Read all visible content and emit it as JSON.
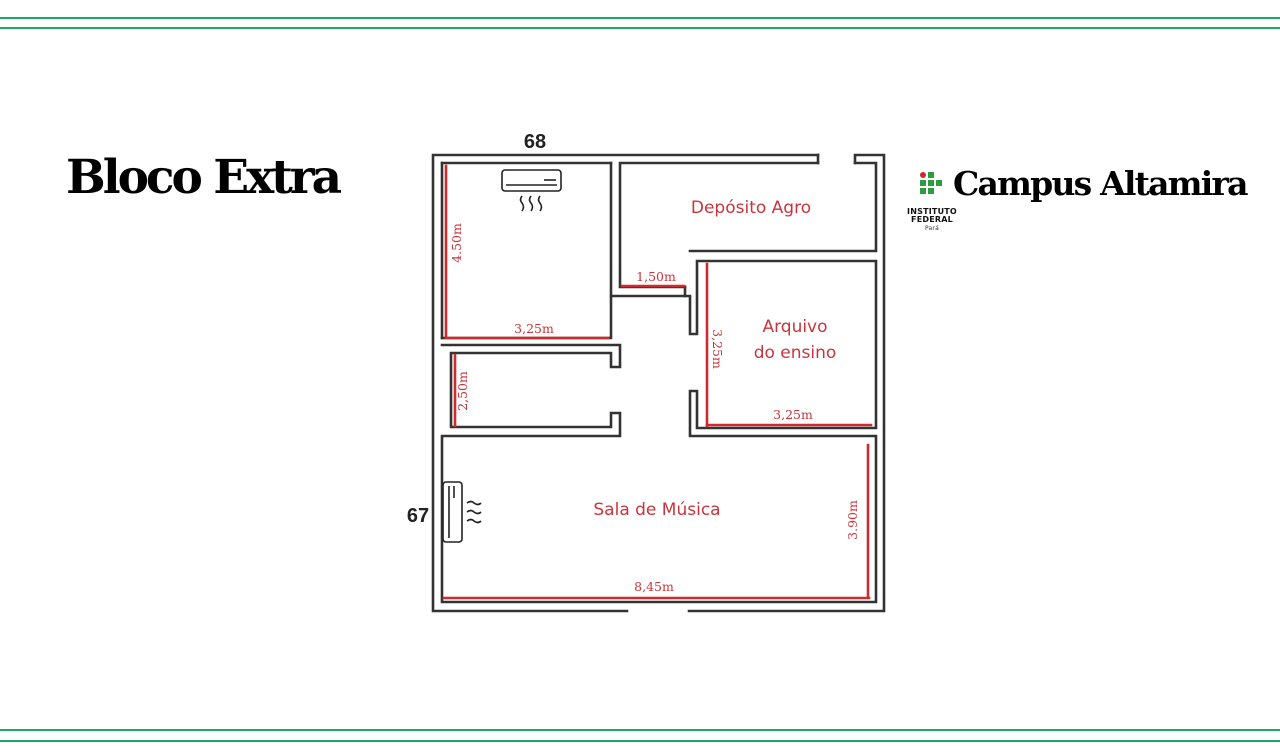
{
  "header": {
    "title": "Bloco Extra",
    "campus": "Campus Altamira"
  },
  "logo": {
    "line1": "INSTITUTO",
    "line2": "FEDERAL",
    "line3": "Pará",
    "colors": {
      "green": "#2e9b3e",
      "red": "#d0262b"
    }
  },
  "floor_plan": {
    "rooms": {
      "deposito": "Depósito Agro",
      "arquivo_line1": "Arquivo",
      "arquivo_line2": "do ensino",
      "sala_musica": "Sala de Música"
    },
    "dimensions": {
      "room1_height": "4.50m",
      "room1_width": "3,25m",
      "deposito_width": "1,50m",
      "small_room_height": "2,50m",
      "arquivo_height": "3,25m",
      "arquivo_width": "3,25m",
      "musica_height": "3.90m",
      "musica_width": "8,45m"
    },
    "air_conditioners": {
      "top_unit": "68",
      "side_unit": "67"
    }
  },
  "colors": {
    "rules": "#1aa862",
    "measurements": "#cf2a2f",
    "walls": "#333333"
  }
}
